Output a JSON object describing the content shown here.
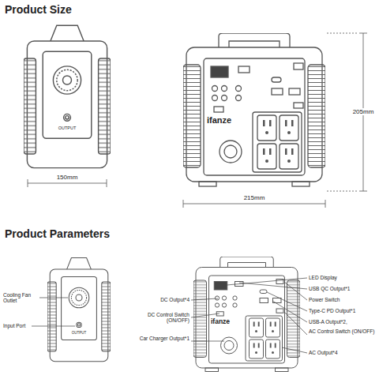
{
  "diagram": {
    "title": "Product Size",
    "labels": [
      "Product Parameters",
      "150mm",
      "215mm",
      "205mm",
      "ifanze",
      "OUTPUT",
      "ifanze",
      "OUTPUT",
      "Cooling Fan Outlet",
      "Input Port",
      "DC Output*4",
      "DC Control Switch (ON/OFF)",
      "Car Charger Output*1",
      "LED Display",
      "USB QC Output*1",
      "Power Switch",
      "Type-C PD Output*1",
      "USB-A Output*2,",
      "AC Control Switch (ON/OFF)",
      "AC Output*4"
    ]
  }
}
